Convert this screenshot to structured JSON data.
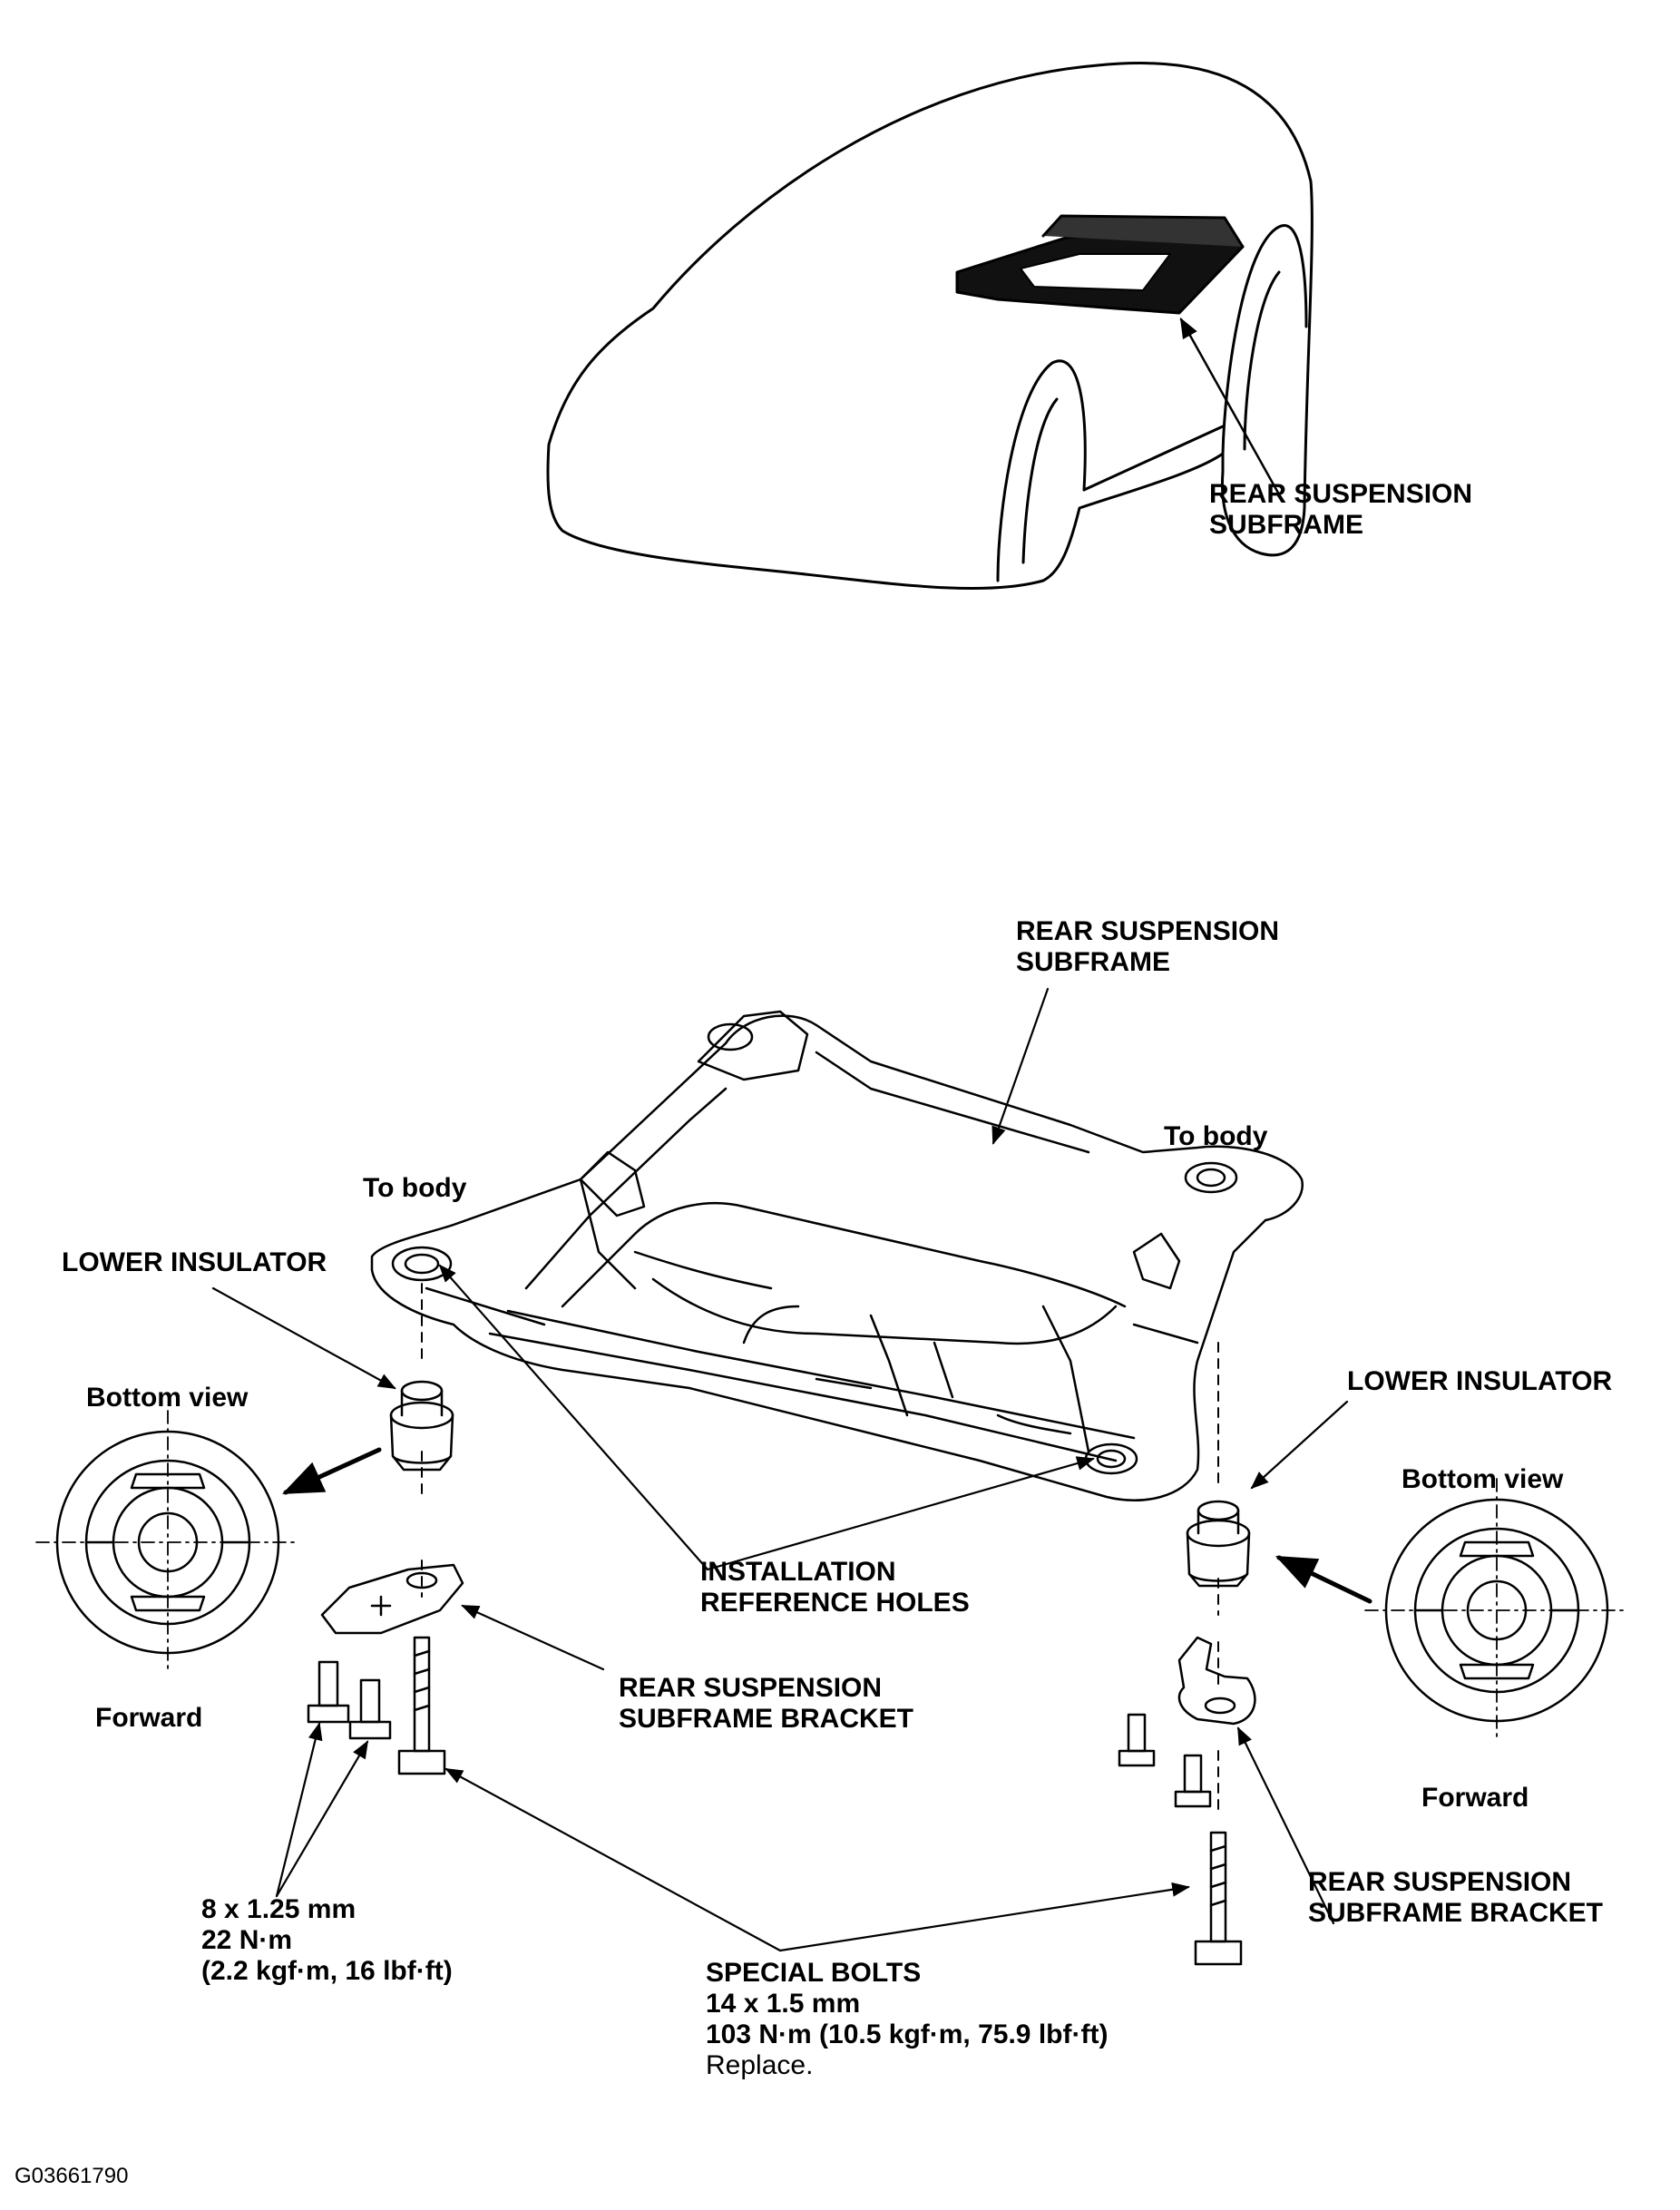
{
  "labels": {
    "car_subframe": [
      "REAR SUSPENSION",
      "SUBFRAME"
    ],
    "subframe": [
      "REAR SUSPENSION",
      "SUBFRAME"
    ],
    "to_body_left": "To body",
    "to_body_right": "To body",
    "lower_insulator_left": "LOWER INSULATOR",
    "lower_insulator_right": "LOWER INSULATOR",
    "bottom_view_left": "Bottom view",
    "bottom_view_right": "Bottom view",
    "forward_left": "Forward",
    "forward_right": "Forward",
    "installation_reference_holes": [
      "INSTALLATION",
      "REFERENCE HOLES"
    ],
    "bracket_left": [
      "REAR SUSPENSION",
      "SUBFRAME BRACKET"
    ],
    "bracket_right": [
      "REAR SUSPENSION",
      "SUBFRAME BRACKET"
    ],
    "small_bolts": [
      "8 x 1.25 mm",
      "22 N·m",
      "(2.2 kgf·m, 16 lbf·ft)"
    ],
    "special_bolts": [
      "SPECIAL BOLTS",
      "14 x 1.5 mm",
      "103 N·m (10.5 kgf·m, 75.9 lbf·ft)",
      "Replace."
    ],
    "figure_id": "G03661790"
  },
  "colors": {
    "ink": "#000000",
    "paper": "#ffffff"
  }
}
